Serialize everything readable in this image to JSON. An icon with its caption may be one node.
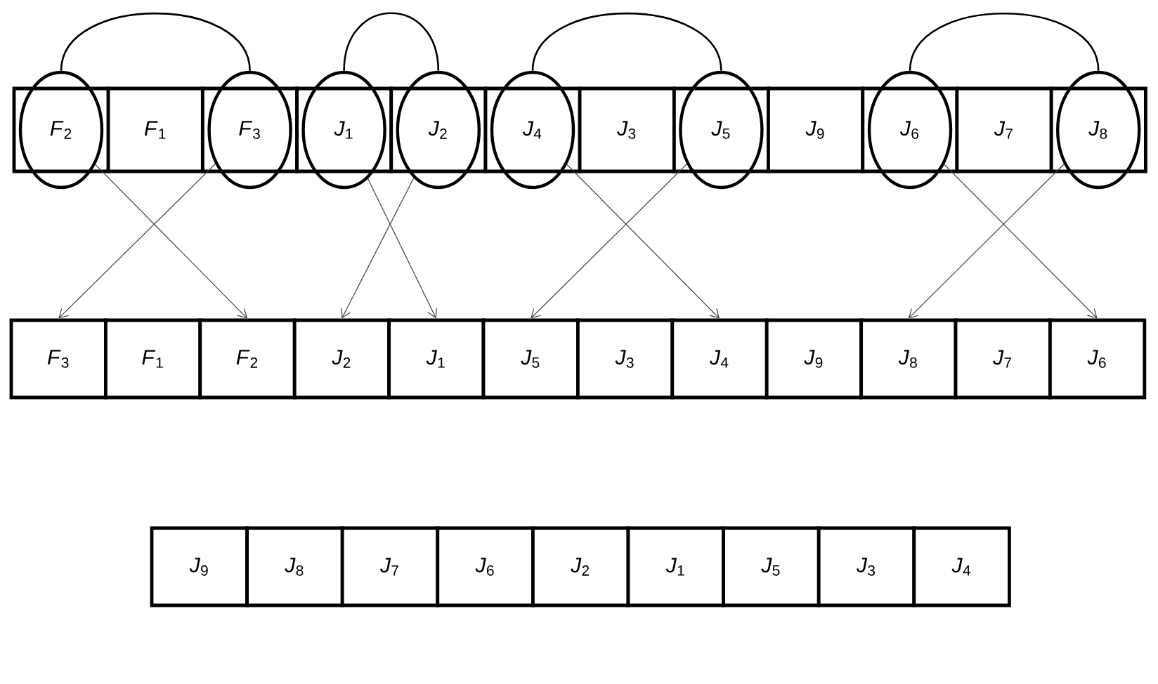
{
  "diagram": {
    "nodes": [
      {
        "text": [
          "*F*$_{2}$"
        ]
      },
      {
        "text": [
          "*F*$_{1}$"
        ]
      },
      {
        "text": [
          "*F*$_{3}$"
        ]
      },
      {
        "text": [
          "*J*$_{1}$"
        ]
      },
      {
        "text": [
          "*J*$_{2}$"
        ]
      },
      {
        "text": [
          "*J*$_{4}$"
        ]
      },
      {
        "text": [
          "*J*$_{3}$"
        ]
      },
      {
        "text": [
          "*J*$_{5}$"
        ]
      },
      {
        "text": [
          "*J*$_{9}$"
        ]
      },
      {
        "text": [
          "*J*$_{6}$"
        ]
      },
      {
        "text": [
          "*J*$_{7}$"
        ]
      },
      {
        "text": [
          "*J*$_{8}$"
        ]
      },
      {
        "text": [
          "*F*$_{3}$"
        ]
      },
      {
        "text": [
          "*F*$_{1}$"
        ]
      },
      {
        "text": [
          "*F*$_{2}$"
        ]
      },
      {
        "text": [
          "*J*$_{2}$"
        ]
      },
      {
        "text": [
          "*J*$_{1}$"
        ]
      },
      {
        "text": [
          "*J*$_{5}$"
        ]
      },
      {
        "text": [
          "*J*$_{3}$"
        ]
      },
      {
        "text": [
          "*J*$_{4}$"
        ]
      },
      {
        "text": [
          "*J*$_{9}$"
        ]
      },
      {
        "text": [
          "*J*$_{8}$"
        ]
      },
      {
        "text": [
          "*J*$_{7}$"
        ]
      },
      {
        "text": [
          "*J*$_{6}$"
        ]
      },
      {
        "text": [
          "*J*$_{9}$"
        ]
      },
      {
        "text": [
          "*J*$_{8}$"
        ]
      },
      {
        "text": [
          "*J*$_{7}$"
        ]
      },
      {
        "text": [
          "*J*$_{6}$"
        ]
      },
      {
        "text": [
          "*J*$_{2}$"
        ]
      },
      {
        "text": [
          "*J*$_{1}$"
        ]
      },
      {
        "text": [
          "*J*$_{5}$"
        ]
      },
      {
        "text": [
          "*J*$_{3}$"
        ]
      },
      {
        "text": [
          "*J*$_{4}$"
        ]
      }
    ],
    "edges": [
      {
        "from": 0,
        "to": 2,
        "arrow": "none"
      },
      {
        "from": 3,
        "to": 4,
        "arrow": "none"
      },
      {
        "from": 5,
        "to": 7,
        "arrow": "none"
      },
      {
        "from": 9,
        "to": 11,
        "arrow": "none"
      },
      {
        "from": 0,
        "to": 14,
        "arrow": "to"
      },
      {
        "from": 2,
        "to": 12,
        "arrow": "to"
      },
      {
        "from": 3,
        "to": 16,
        "arrow": "to"
      },
      {
        "from": 4,
        "to": 15,
        "arrow": "to"
      },
      {
        "from": 5,
        "to": 19,
        "arrow": "to"
      },
      {
        "from": 7,
        "to": 17,
        "arrow": "to"
      },
      {
        "from": 9,
        "to": 23,
        "arrow": "to"
      },
      {
        "from": 11,
        "to": 21,
        "arrow": "to"
      }
    ]
  }
}
